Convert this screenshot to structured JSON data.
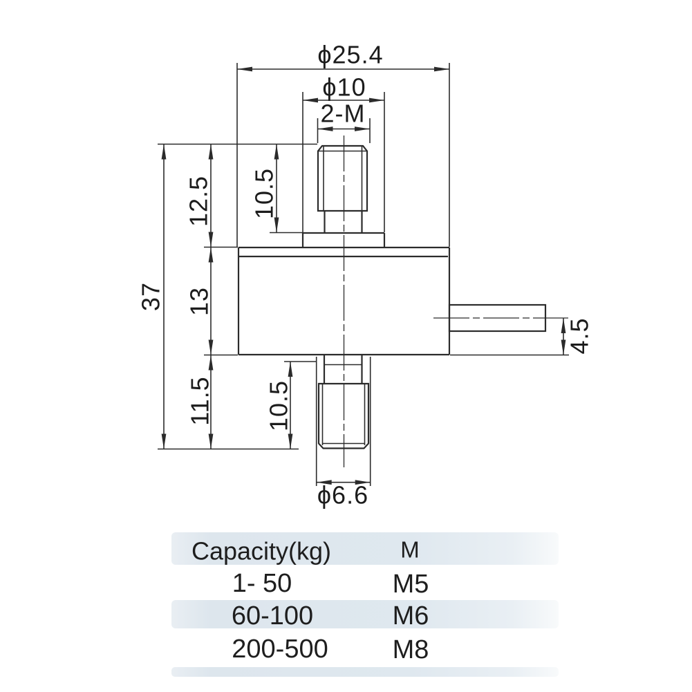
{
  "dimensions": {
    "overall_width": "ϕ25.4",
    "boss_diameter": "ϕ10",
    "thread_callout": "2-M",
    "total_height": "37",
    "upper_height": "12.5",
    "body_height": "13",
    "lower_height": "11.5",
    "top_stud_length": "10.5",
    "bottom_stud_length": "10.5",
    "side_thread_offset": "4.5",
    "bottom_thread_diameter": "ϕ6.6"
  },
  "spec_table": {
    "headers": {
      "capacity": "Capacity(kg)",
      "thread": "M"
    },
    "rows": [
      {
        "capacity": "1- 50",
        "thread": "M5"
      },
      {
        "capacity": "60-100",
        "thread": "M6"
      },
      {
        "capacity": "200-500",
        "thread": "M8"
      }
    ]
  },
  "colors": {
    "line": "#2b2b2b",
    "text": "#1c1c1c",
    "table_band": "#dde6ed"
  }
}
